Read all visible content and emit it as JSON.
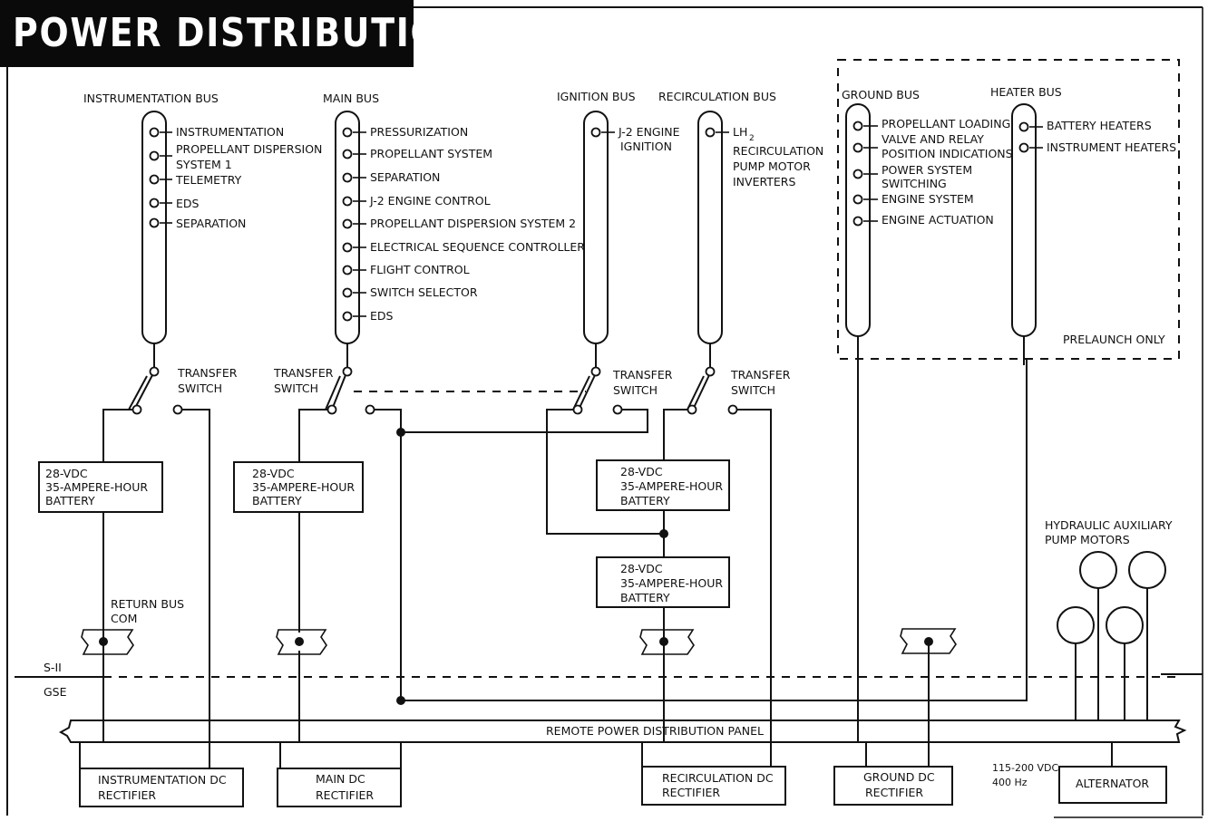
{
  "title": "POWER DISTRIBUTION",
  "buses": {
    "instrumentation": {
      "label": "INSTRUMENTATION BUS",
      "loads": [
        "INSTRUMENTATION",
        "PROPELLANT DISPERSION",
        "SYSTEM 1",
        "TELEMETRY",
        "EDS",
        "SEPARATION"
      ]
    },
    "main": {
      "label": "MAIN BUS",
      "loads": [
        "PRESSURIZATION",
        "PROPELLANT SYSTEM",
        "SEPARATION",
        "J-2 ENGINE CONTROL",
        "PROPELLANT DISPERSION SYSTEM 2",
        "ELECTRICAL SEQUENCE CONTROLLER",
        "FLIGHT CONTROL",
        "SWITCH SELECTOR",
        "EDS"
      ]
    },
    "ignition": {
      "label": "IGNITION BUS",
      "loads": [
        "J-2 ENGINE",
        "IGNITION"
      ]
    },
    "recirculation": {
      "label": "RECIRCULATION BUS",
      "loads": [
        "LH",
        "2",
        "RECIRCULATION",
        "PUMP MOTOR",
        "INVERTERS"
      ]
    },
    "ground": {
      "label": "GROUND BUS",
      "loads": [
        "PROPELLANT LOADING",
        "VALVE AND RELAY",
        "POSITION INDICATIONS",
        "POWER SYSTEM",
        "SWITCHING",
        "ENGINE SYSTEM",
        "ENGINE ACTUATION"
      ]
    },
    "heater": {
      "label": "HEATER BUS",
      "loads": [
        "BATTERY HEATERS",
        "INSTRUMENT HEATERS"
      ]
    }
  },
  "prelaunch_label": "PRELAUNCH ONLY",
  "transfer_switch": [
    "TRANSFER",
    "SWITCH"
  ],
  "battery": [
    "28-VDC",
    "35-AMPERE-HOUR",
    "BATTERY"
  ],
  "return_bus": [
    "RETURN BUS",
    "COM"
  ],
  "hydraulic": [
    "HYDRAULIC AUXILIARY",
    "PUMP MOTORS"
  ],
  "stage_labels": {
    "upper": "S-II",
    "lower": "GSE"
  },
  "panel_label": "REMOTE POWER DISTRIBUTION PANEL",
  "rectifiers": {
    "instrumentation": [
      "INSTRUMENTATION DC",
      "RECTIFIER"
    ],
    "main": [
      "MAIN DC",
      "RECTIFIER"
    ],
    "recirculation": [
      "RECIRCULATION DC",
      "RECTIFIER"
    ],
    "ground": [
      "GROUND DC",
      "RECTIFIER"
    ],
    "alternator": "ALTERNATOR"
  },
  "alternator_rating": [
    "115-200 VDC",
    "400 Hz"
  ]
}
